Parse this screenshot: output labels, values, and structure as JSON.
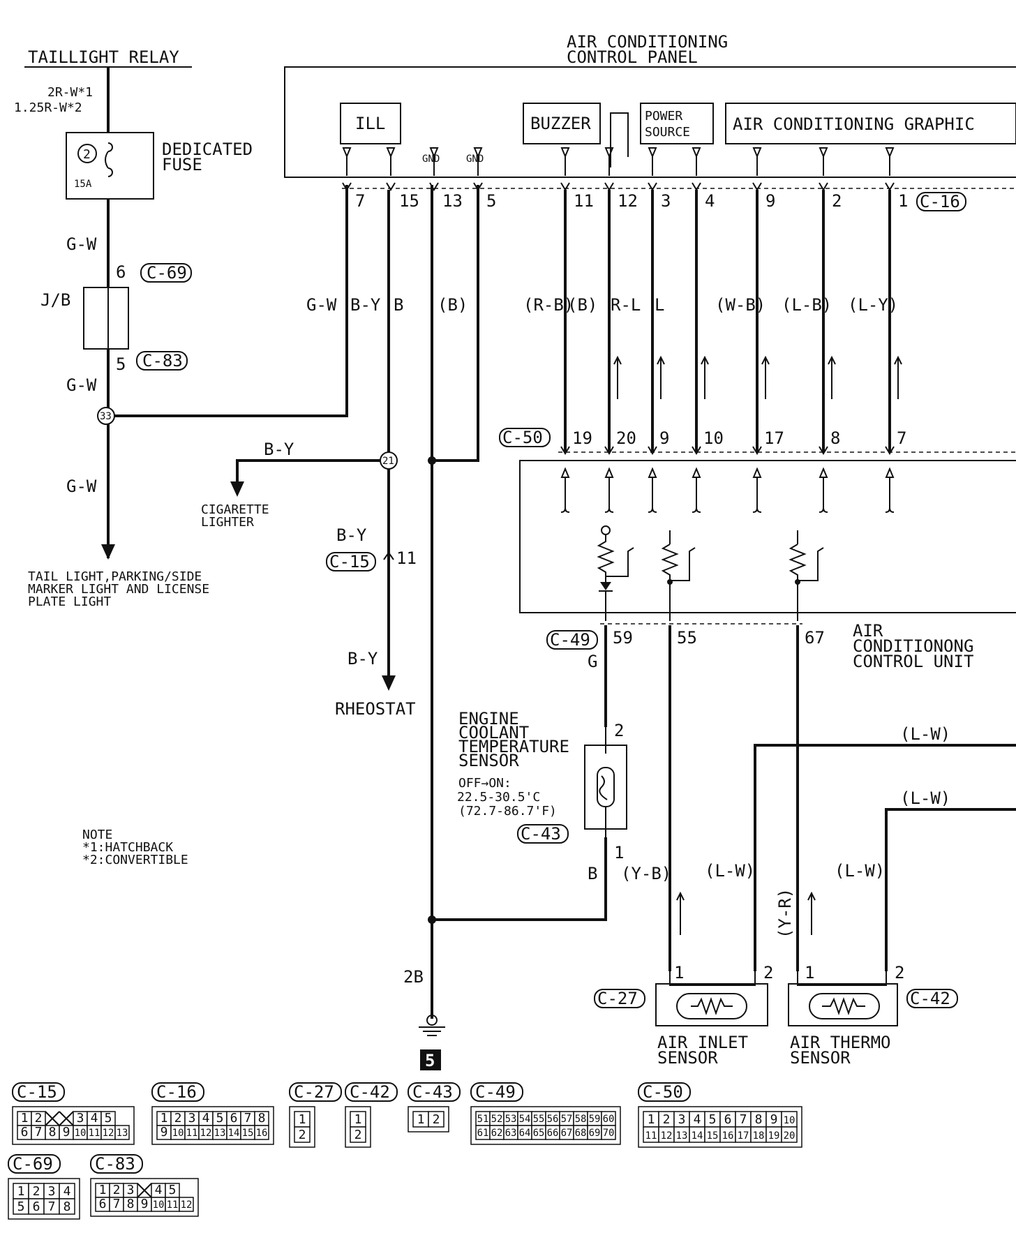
{
  "title": {
    "taillight_relay": "TAILLIGHT RELAY",
    "ac_panel_line1": "AIR CONDITIONING",
    "ac_panel_line2": "CONTROL PANEL"
  },
  "panel_blocks": {
    "ill": "ILL",
    "buzzer": "BUZZER",
    "power_source_line1": "POWER",
    "power_source_line2": "SOURCE",
    "graphic": "AIR CONDITIONING GRAPHIC",
    "gnd": "GND"
  },
  "left_circuit": {
    "wire_top_1": "2R-W*1",
    "wire_top_2": "1.25R-W*2",
    "fuse_number": "2",
    "fuse_rating": "15A",
    "fuse_label_1": "DEDICATED",
    "fuse_label_2": "FUSE",
    "wire_gw": "G-W",
    "jb": "J/B",
    "jb_pin_top": "6",
    "jb_conn_top": "C-69",
    "jb_pin_bottom": "5",
    "jb_conn_bottom": "C-83",
    "splice_33": "33",
    "tail_line1": "TAIL LIGHT,PARKING/SIDE",
    "tail_line2": "MARKER LIGHT AND LICENSE",
    "tail_line3": "PLATE LIGHT"
  },
  "panel_connector": "C-16",
  "panel_pins": [
    {
      "pin": "7",
      "wire": "G-W"
    },
    {
      "pin": "15",
      "wire": "B-Y"
    },
    {
      "pin": "13",
      "wire": "B"
    },
    {
      "pin": "5",
      "wire": "(B)"
    },
    {
      "pin": "11",
      "wire": "(R-B)"
    },
    {
      "pin": "12",
      "wire": "(B)"
    },
    {
      "pin": "3",
      "wire": "R-L"
    },
    {
      "pin": "4",
      "wire": "L"
    },
    {
      "pin": "9",
      "wire": "(W-B)"
    },
    {
      "pin": "2",
      "wire": "(L-B)"
    },
    {
      "pin": "1",
      "wire": "(L-Y)"
    }
  ],
  "unit_connector_top": "C-50",
  "unit_pins_top": [
    "19",
    "20",
    "9",
    "10",
    "17",
    "8",
    "7"
  ],
  "middle": {
    "splice_21": "21",
    "wire_by": "B-Y",
    "cig_line1": "CIGARETTE",
    "cig_line2": "LIGHTER",
    "c15": "C-15",
    "c15_pin": "11",
    "rheostat": "RHEOSTAT",
    "ground_wire": "2B",
    "ground_num": "5"
  },
  "unit": {
    "label1": "AIR",
    "label2": "CONDITIONONG",
    "label3": "CONTROL UNIT",
    "conn_bottom": "C-49",
    "pins_bottom": [
      "59",
      "55",
      "67"
    ],
    "wire_g": "G"
  },
  "coolant": {
    "line1": "ENGINE",
    "line2": "COOLANT",
    "line3": "TEMPERATURE",
    "line4": "SENSOR",
    "spec1": "OFF→ON:",
    "spec2": "22.5-30.5'C",
    "spec3": "(72.7-86.7'F)",
    "conn": "C-43",
    "pin_top": "2",
    "pin_bottom": "1",
    "wire_b": "B"
  },
  "sensors": {
    "wire_yb": "(Y-B)",
    "wire_lw": "(L-W)",
    "wire_yr": "(Y-R)",
    "inlet_conn": "C-27",
    "thermo_conn": "C-42",
    "pin1": "1",
    "pin2": "2",
    "inlet_line1": "AIR INLET",
    "inlet_line2": "SENSOR",
    "thermo_line1": "AIR THERMO",
    "thermo_line2": "SENSOR"
  },
  "note": {
    "line1": "NOTE",
    "line2": "*1:HATCHBACK",
    "line3": "*2:CONVERTIBLE"
  },
  "connector_views": {
    "c15": {
      "label": "C-15",
      "row1": [
        "1",
        "2",
        "",
        "",
        "3",
        "4",
        "5"
      ],
      "row2": [
        "6",
        "7",
        "8",
        "9",
        "10",
        "11",
        "12",
        "13"
      ]
    },
    "c16": {
      "label": "C-16",
      "row1": [
        "1",
        "2",
        "3",
        "4",
        "5",
        "6",
        "7",
        "8"
      ],
      "row2": [
        "9",
        "10",
        "11",
        "12",
        "13",
        "14",
        "15",
        "16"
      ]
    },
    "c27": {
      "label": "C-27",
      "row1": [
        "1"
      ],
      "row2": [
        "2"
      ]
    },
    "c42": {
      "label": "C-42",
      "row1": [
        "1"
      ],
      "row2": [
        "2"
      ]
    },
    "c43": {
      "label": "C-43",
      "row1": [
        "1",
        "2"
      ]
    },
    "c49": {
      "label": "C-49",
      "row1": [
        "51",
        "52",
        "53",
        "54",
        "55",
        "56",
        "57",
        "58",
        "59",
        "60"
      ],
      "row2": [
        "61",
        "62",
        "63",
        "64",
        "65",
        "66",
        "67",
        "68",
        "69",
        "70"
      ]
    },
    "c50": {
      "label": "C-50",
      "row1": [
        "1",
        "2",
        "3",
        "4",
        "5",
        "6",
        "7",
        "8",
        "9",
        "10"
      ],
      "row2": [
        "11",
        "12",
        "13",
        "14",
        "15",
        "16",
        "17",
        "18",
        "19",
        "20"
      ]
    },
    "c69": {
      "label": "C-69",
      "row1": [
        "1",
        "2",
        "3",
        "4"
      ],
      "row2": [
        "5",
        "6",
        "7",
        "8"
      ]
    },
    "c83": {
      "label": "C-83",
      "row1": [
        "1",
        "2",
        "3",
        "",
        "4",
        "5"
      ],
      "row2": [
        "6",
        "7",
        "8",
        "9",
        "10",
        "11",
        "12"
      ]
    }
  }
}
